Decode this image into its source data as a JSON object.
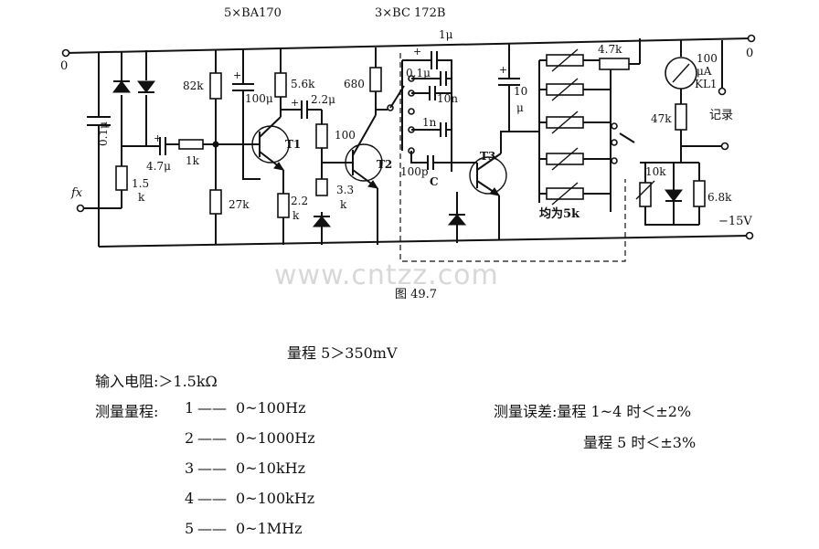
{
  "header": {
    "diodes": "5×BA170",
    "transistors": "3×BC 172B"
  },
  "figure_caption": "图 49.7",
  "watermark": "www.cntzz.com",
  "labels": {
    "term_0_left": "0",
    "term_0_right": "0",
    "fx": "fx",
    "c_0_1u": "0.1μ",
    "r_1_5k": "1.5",
    "r_1_5k_unit": "k",
    "c_4_7u": "4.7μ",
    "r_1k": "1k",
    "r_82k": "82k",
    "r_27k": "27k",
    "c_100u": "100μ",
    "r_5_6k": "5.6k",
    "t1": "T1",
    "r_2_2k": "2.2",
    "r_2_2k_unit": "k",
    "c_2_2u": "2.2μ",
    "r_100": "100",
    "r_3_3k": "3.3",
    "r_3_3k_unit": "k",
    "r_680": "680",
    "t2": "T2",
    "c_1u": "1μ",
    "c_0_1u_b": "0.1μ",
    "c_10n": "10n",
    "c_1n": "1n",
    "c_100p": "100p",
    "c_label": "C",
    "t3": "T3",
    "c_10u": "10",
    "c_10u_unit": "μ",
    "pots": "均为5k",
    "r_4_7k": "4.7k",
    "meter_100": "100",
    "meter_ua": "μA",
    "meter_kl1": "KL1",
    "r_47k": "47k",
    "record": "记录",
    "r_10k": "10k",
    "r_6_8k": "6.8k",
    "neg15": "−15V",
    "plus": "+"
  },
  "specs": {
    "range5": "量程 5＞350mV",
    "input_res": "输入电阻:＞1.5kΩ",
    "ranges_label": "测量量程:",
    "range_rows": [
      {
        "num": "1",
        "range": "0~100Hz"
      },
      {
        "num": "2",
        "range": "0~1000Hz"
      },
      {
        "num": "3",
        "range": "0~10kHz"
      },
      {
        "num": "4",
        "range": "0~100kHz"
      },
      {
        "num": "5",
        "range": "0~1MHz"
      }
    ],
    "error_1": "测量误差:量程 1~4 时＜±2%",
    "error_2": "量程 5 时＜±3%"
  }
}
